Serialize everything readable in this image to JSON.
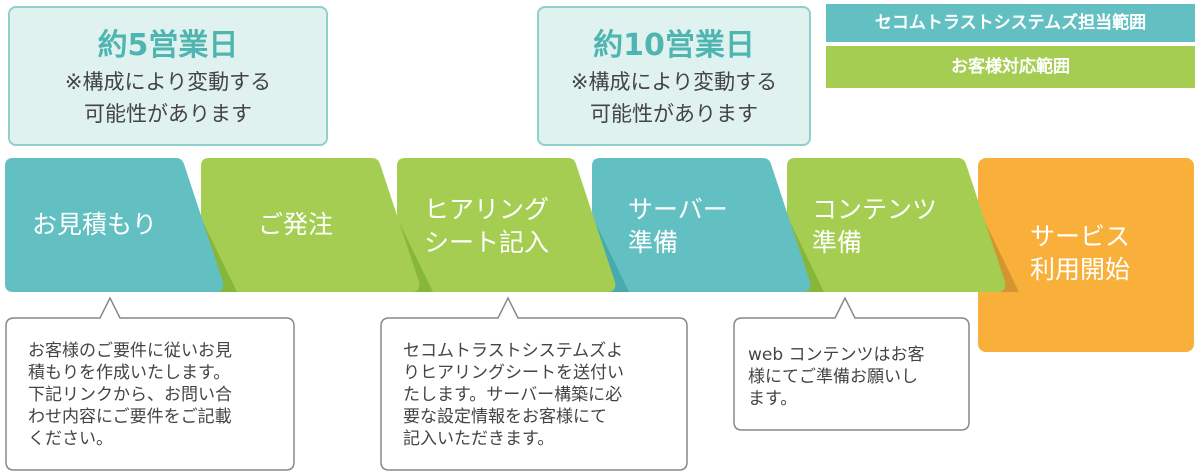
{
  "notes": [
    {
      "title": "約5営業日",
      "sub1": "※構成により変動する",
      "sub2": "可能性があります"
    },
    {
      "title": "約10営業日",
      "sub1": "※構成により変動する",
      "sub2": "可能性があります"
    }
  ],
  "legend": [
    {
      "label": "セコムトラストシステムズ担当範囲",
      "color": "#63c0c2"
    },
    {
      "label": "お客様対応範囲",
      "color": "#a5cd51"
    }
  ],
  "steps": [
    {
      "line1": "お見積もり",
      "line2": ""
    },
    {
      "line1": "ご発注",
      "line2": ""
    },
    {
      "line1": "ヒアリング",
      "line2": "シート記入"
    },
    {
      "line1": "サーバー",
      "line2": "準備"
    },
    {
      "line1": "コンテンツ",
      "line2": "準備"
    },
    {
      "line1": "サービス",
      "line2": "利用開始"
    }
  ],
  "bubbles": [
    {
      "lines": [
        "お客様のご要件に従いお見",
        "積もりを作成いたします。",
        "下記リンクから、お問い合",
        "わせ内容にご要件をご記載",
        "ください。"
      ]
    },
    {
      "lines": [
        "セコムトラストシステムズよ",
        "りヒアリングシートを送付い",
        "たします。サーバー構築に必",
        "要な設定情報をお客様にて",
        "記入いただきます。"
      ]
    },
    {
      "lines": [
        "web コンテンツはお客",
        "様にてご準備お願いし",
        "ます。"
      ]
    }
  ]
}
